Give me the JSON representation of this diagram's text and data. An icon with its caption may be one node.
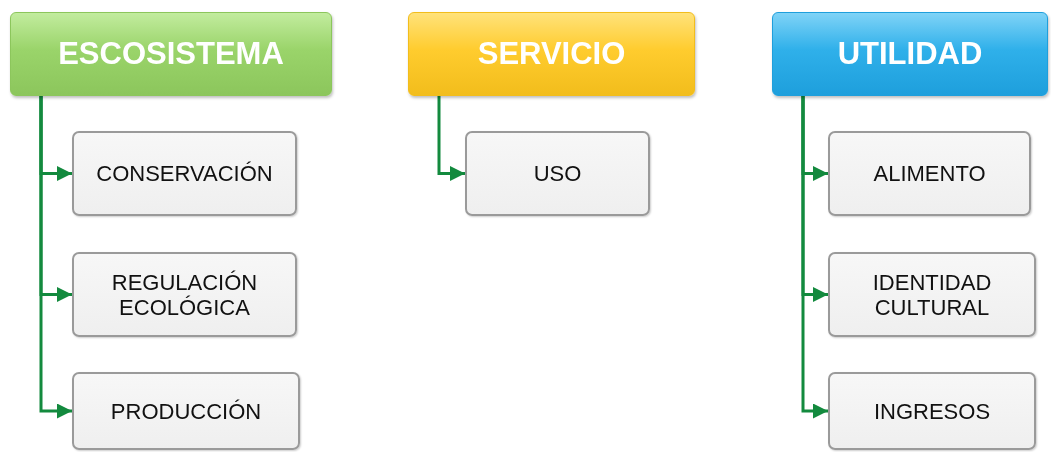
{
  "diagram": {
    "nodes": [
      {
        "text": [
          "ESCOSISTEMA"
        ]
      },
      {
        "text": [
          "CONSERVACIÓN"
        ]
      },
      {
        "text": [
          "REGULACIÓN ECOLÓGICA"
        ]
      },
      {
        "text": [
          "PRODUCCIÓN"
        ]
      },
      {
        "text": [
          "SERVICIO"
        ]
      },
      {
        "text": [
          "USO"
        ]
      },
      {
        "text": [
          "UTILIDAD"
        ]
      },
      {
        "text": [
          "ALIMENTO"
        ]
      },
      {
        "text": [
          "IDENTIDAD CULTURAL"
        ]
      },
      {
        "text": [
          "INGRESOS"
        ]
      }
    ],
    "edges": [
      {
        "from": 0,
        "to": 1,
        "arrow": "to"
      },
      {
        "from": 0,
        "to": 2,
        "arrow": "to"
      },
      {
        "from": 0,
        "to": 3,
        "arrow": "to"
      },
      {
        "from": 4,
        "to": 5,
        "arrow": "to"
      },
      {
        "from": 6,
        "to": 7,
        "arrow": "to"
      },
      {
        "from": 6,
        "to": 8,
        "arrow": "to"
      },
      {
        "from": 6,
        "to": 9,
        "arrow": "to"
      }
    ]
  }
}
